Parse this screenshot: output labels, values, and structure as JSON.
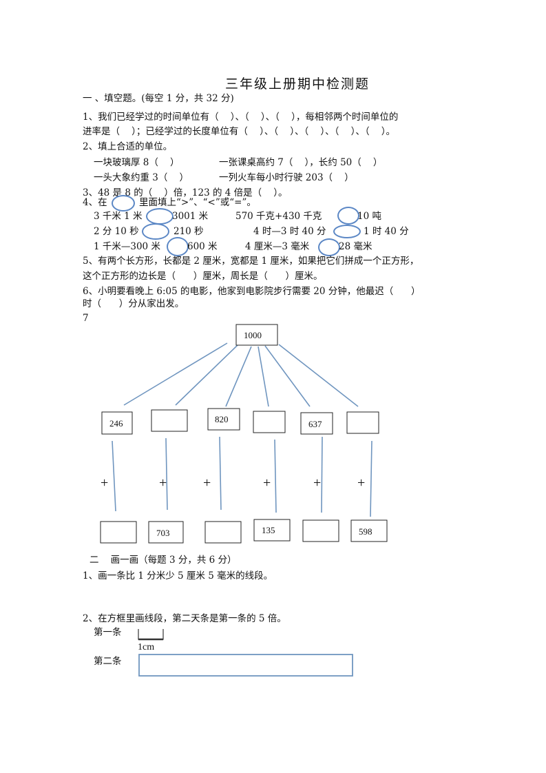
{
  "title": "三年级上册期中检测题",
  "section1": {
    "heading": "一 、填空题。(每空 1 分，共 32 分)",
    "q1a": "1、我们已经学过的时间单位有（    ）、（    ）、（    ），每相邻两个时间单位的",
    "q1b": "进率是（    ）；已经学过的长度单位有（    ）、（    ）、（    ）、（    ）、（    ）。",
    "q2": "2、填上合适的单位。",
    "q2a": "一块玻璃厚 8（    ）",
    "q2b": "一张课桌高约 7（    ），长约 50（    ）",
    "q2c": "一头大象约重 3（    ）",
    "q2d": "一列火车每小时行驶 203（    ）",
    "q3": "3、48 是 8 的（    ）倍，123 的 4 倍是（    ）。",
    "q4a": "4、在",
    "q4b": "里面填上“>”、“<”或“=”。",
    "q4_items": [
      {
        "left": "3 千米 1 米",
        "right": "3001 米"
      },
      {
        "left": "570 千克+430 千克",
        "right": "10 吨"
      },
      {
        "left": "2 分 10 秒",
        "right": "210 秒"
      },
      {
        "left": "4 时—3 时 40 分",
        "right": "1 时 40 分"
      },
      {
        "left": "1 千米—300 米",
        "right": "600 米"
      },
      {
        "left": "4 厘米—3 毫米",
        "right": "28 毫米"
      }
    ],
    "q5a": "5、有两个长方形，长都是 2 厘米，宽都是 1 厘米，如果把它们拼成一个正方形，",
    "q5b": "这个正方形的边长是（      ）厘米，周长是（      ）厘米。",
    "q6a": "6、小明要看晚上 6:05 的电影，他家到电影院步行需要 20 分钟，他最迟（      ）",
    "q6b": "时（      ）分从家出发。",
    "q7": "7"
  },
  "diagram": {
    "top": "1000",
    "upper": [
      "246",
      "",
      "820",
      "",
      "637",
      ""
    ],
    "plus": "+",
    "lower": [
      "",
      "703",
      "",
      "135",
      "",
      "598"
    ]
  },
  "section2": {
    "heading": "二    画一画（每题 3 分，共 6 分）",
    "q1": "1、画一条比 1 分米少 5 厘米 5 毫米的线段。",
    "q2": "2、在方框里画线段，第二天条是第一条的 5 倍。",
    "first": "第一条",
    "unit": "1cm",
    "second": "第二条"
  }
}
